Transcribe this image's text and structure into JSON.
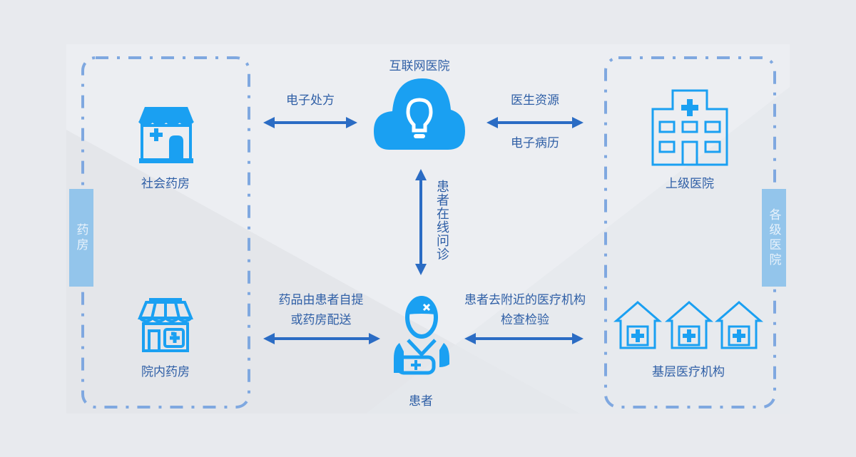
{
  "title": "互联网医院",
  "colors": {
    "icon": "#1aa0f2",
    "arrow": "#2b6cc4",
    "text": "#2f5fa6",
    "tab": "#93c5eb",
    "dash": "#7fa8e0"
  },
  "left_group": {
    "tab_label": "药房",
    "items": [
      {
        "label": "社会药房",
        "icon": "storefront-icon"
      },
      {
        "label": "院内药房",
        "icon": "pharmacy-icon"
      }
    ]
  },
  "right_group": {
    "tab_label": "各级医院",
    "items": [
      {
        "label": "上级医院",
        "icon": "hospital-building-icon"
      },
      {
        "label": "基层医疗机构",
        "icon": "clinic-houses-icon"
      }
    ]
  },
  "center": {
    "cloud_label": "互联网医院",
    "patient_label": "患者"
  },
  "arrows": {
    "top_left": {
      "label": "电子处方"
    },
    "top_right": {
      "label_top": "医生资源",
      "label_bottom": "电子病历"
    },
    "vertical": {
      "label": "患者在线问诊"
    },
    "bottom_left": {
      "line1": "药品由患者自提",
      "line2": "或药房配送"
    },
    "bottom_right": {
      "line1": "患者去附近的医疗机构",
      "line2": "检查检验"
    }
  }
}
